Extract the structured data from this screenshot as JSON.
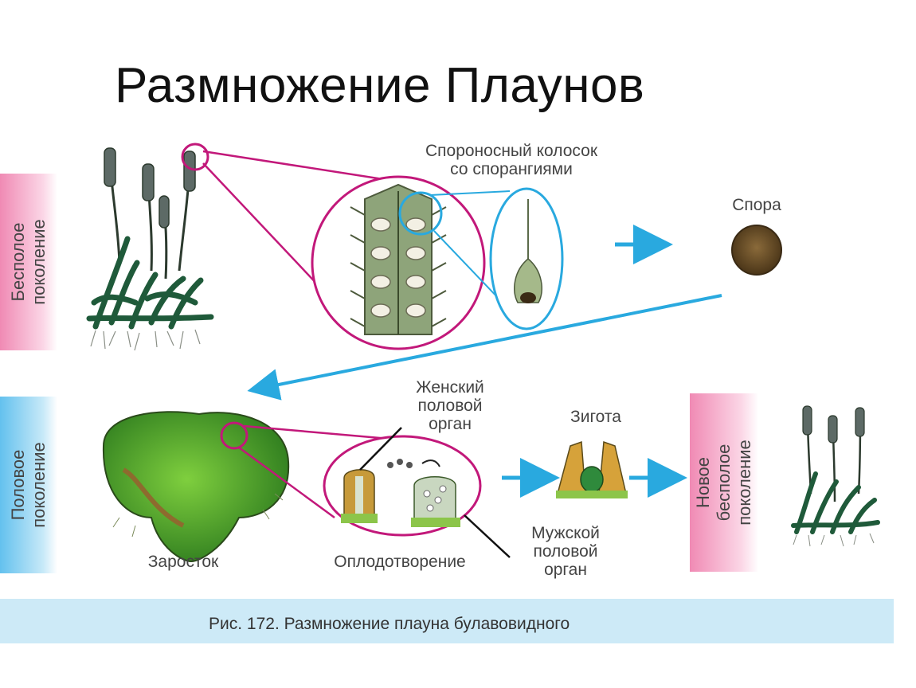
{
  "title": "Размножение Плаунов",
  "bands": {
    "asexual": "Бесполое\nпоколение",
    "sexual": "Половое\nпоколение",
    "new_asexual": "Новое бесполое\nпоколение"
  },
  "labels": {
    "spore_spike": "Спороносный колосок\nсо спорангиями",
    "spore": "Спора",
    "female_organ": "Женский\nполовой\nорган",
    "zygote": "Зигота",
    "male_organ": "Мужской\nполовой\nорган",
    "prothallus": "Заросток",
    "fertilization": "Оплодотворение"
  },
  "caption": "Рис. 172. Размножение плауна булавовидного",
  "colors": {
    "magenta": "#c2187a",
    "cyan": "#29a9df",
    "pink_band": "#f08ab4",
    "blue_band": "#63c1ee",
    "caption_bg": "#cdeaf7"
  }
}
